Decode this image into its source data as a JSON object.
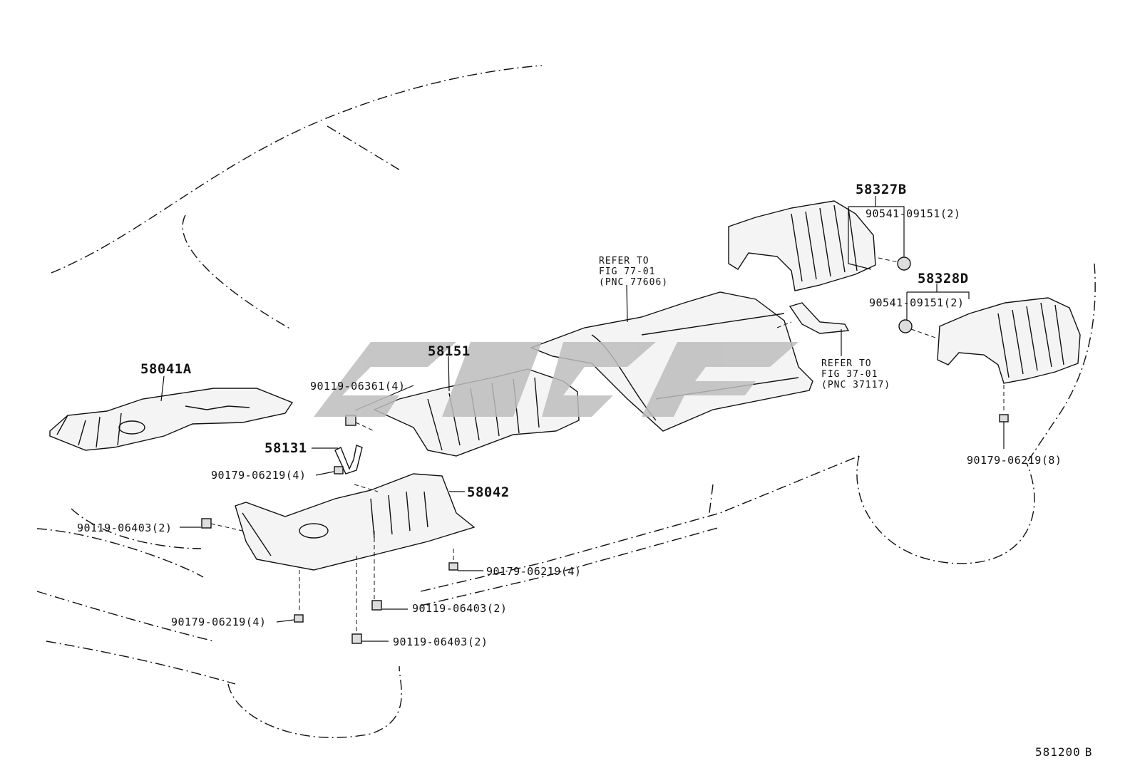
{
  "parts": {
    "p58041A": "58041A",
    "p58151": "58151",
    "p58131": "58131",
    "p58042": "58042",
    "p58327B": "58327B",
    "p58328D": "58328D"
  },
  "fasteners": {
    "f90119_06361_4": "90119-06361(4)",
    "f90179_06219_4_a": "90179-06219(4)",
    "f90119_06403_2_a": "90119-06403(2)",
    "f90179_06219_4_b": "90179-06219(4)",
    "f90119_06403_2_b": "90119-06403(2)",
    "f90179_06219_4_c": "90179-06219(4)",
    "f90119_06403_2_c": "90119-06403(2)",
    "f90541_09151_2_a": "90541-09151(2)",
    "f90541_09151_2_b": "90541-09151(2)",
    "f90179_06219_8": "90179-06219(8)"
  },
  "references": {
    "refer_77": "REFER TO\nFIG 77-01\n(PNC 77606)",
    "refer_37": "REFER TO\nFIG 37-01\n(PNC 37117)"
  },
  "figure_id": "581200",
  "figure_suffix": "B",
  "colors": {
    "line": "#111111",
    "watermark": "#bdbdbd",
    "shield_fill": "#f4f4f4"
  }
}
